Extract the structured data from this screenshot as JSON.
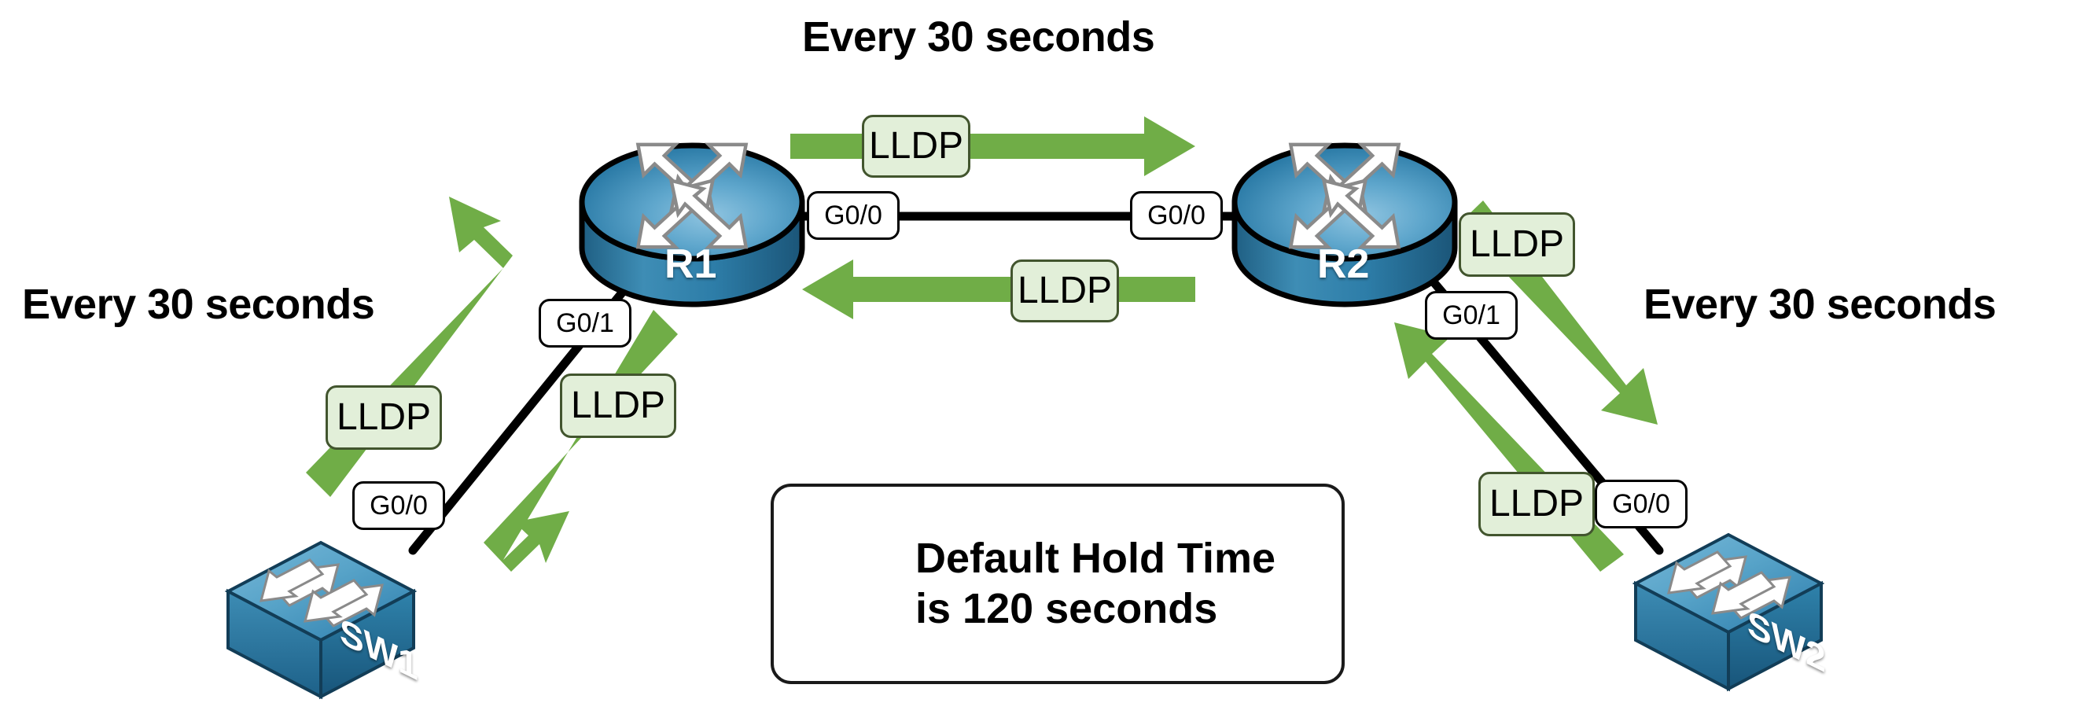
{
  "diagram": {
    "title": "LLDP advertisement timers topology",
    "background_color": "#ffffff",
    "accent_green": "#70ad47",
    "lldp_fill": "#e2efd9",
    "lldp_stroke": "#42552e",
    "device_blue": "#2e7ead"
  },
  "annotations": {
    "top_center": "Every 30 seconds",
    "left": "Every 30 seconds",
    "right": "Every 30 seconds"
  },
  "devices": [
    {
      "id": "r1",
      "label": "R1",
      "type": "router"
    },
    {
      "id": "r2",
      "label": "R2",
      "type": "router"
    },
    {
      "id": "sw1",
      "label": "SW1",
      "type": "switch"
    },
    {
      "id": "sw2",
      "label": "SW2",
      "type": "switch"
    }
  ],
  "interfaces": [
    {
      "id": "r1-g00",
      "label": "G0/0",
      "device": "R1"
    },
    {
      "id": "r2-g00",
      "label": "G0/0",
      "device": "R2"
    },
    {
      "id": "r1-g01",
      "label": "G0/1",
      "device": "R1"
    },
    {
      "id": "sw1-g00",
      "label": "G0/0",
      "device": "SW1"
    },
    {
      "id": "r2-g01",
      "label": "G0/1",
      "device": "R2"
    },
    {
      "id": "sw2-g00",
      "label": "G0/0",
      "device": "SW2"
    }
  ],
  "lldp_packets": [
    {
      "id": "r1-to-r2",
      "label": "LLDP",
      "direction": "right"
    },
    {
      "id": "r2-to-r1",
      "label": "LLDP",
      "direction": "left"
    },
    {
      "id": "sw1-to-r1",
      "label": "LLDP",
      "direction": "up-right"
    },
    {
      "id": "r1-to-sw1",
      "label": "LLDP",
      "direction": "down-left"
    },
    {
      "id": "r2-to-sw2",
      "label": "LLDP",
      "direction": "down-right"
    },
    {
      "id": "sw2-to-r2",
      "label": "LLDP",
      "direction": "up-left"
    }
  ],
  "hold_time_callout": {
    "icon": "hourglass-icon",
    "line1": "Default Hold Time",
    "line2": "is 120 seconds"
  }
}
